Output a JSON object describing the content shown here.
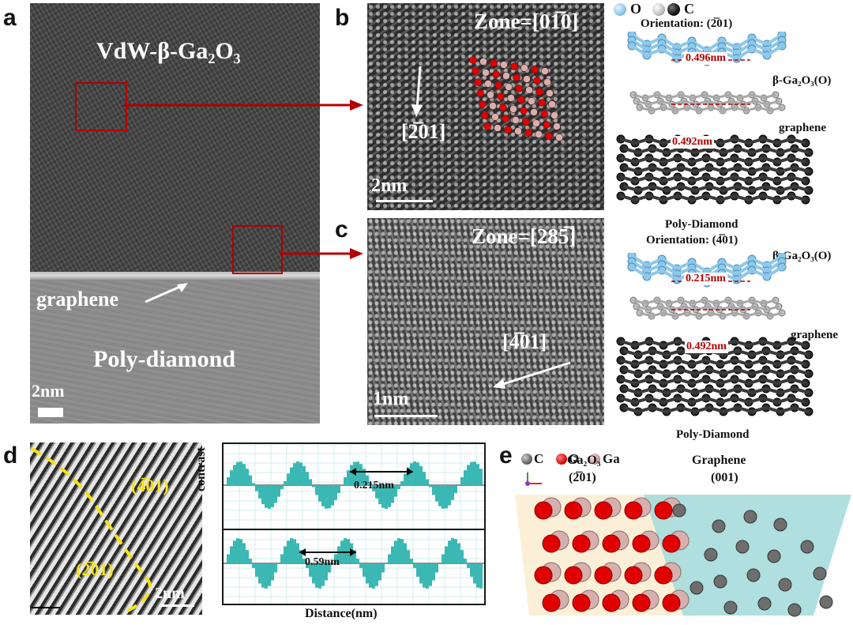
{
  "panels": {
    "a": {
      "letter": "a",
      "title": "VdW-β-Ga₂O₃",
      "interface_label": "graphene",
      "substrate_label": "Poly-diamond",
      "scale": "2nm"
    },
    "b": {
      "letter": "b",
      "zone": "Zone=[01̅0]",
      "direction": "[2̅01]",
      "scale": "2nm"
    },
    "c": {
      "letter": "c",
      "zone": "Zone=[285̅]",
      "direction": "[4̅01]",
      "scale": "1nm"
    },
    "models": {
      "legend_o": "O",
      "legend_c": "C",
      "top": {
        "orientation": "Orientation: (2̅01)",
        "layer1": "β-Ga₂O₃(O)",
        "dist1": "0.496nm",
        "layer2": "graphene",
        "dist2": "0.492nm",
        "substrate": "Poly-Diamond"
      },
      "bottom": {
        "orientation": "Orientation: (4̅01)",
        "layer1": "β-Ga₂O₃(O)",
        "dist1": "0.215nm",
        "layer2": "graphene",
        "dist2": "0.492nm",
        "substrate": "Poly-Diamond"
      }
    },
    "d": {
      "letter": "d",
      "region1": "(4̅01)",
      "region2": "(2̅01)",
      "scale": "2nm",
      "ylabel": "contrast",
      "xlabel": "Distance(nm)",
      "upper_spacing": "0.215nm",
      "lower_spacing": "0.59nm"
    },
    "e": {
      "letter": "e",
      "legend": [
        "C",
        "O",
        "Ga"
      ],
      "left_title": "Ga₂O₃",
      "left_sub": "(2̅01)",
      "right_title": "Graphene",
      "right_sub": "(001)"
    }
  },
  "colors": {
    "oxygen_blue": "#8ec8ea",
    "carbon_gray": "#bfbfbf",
    "diamond_dark": "#2b2b2b",
    "oxygen_red": "#e00000",
    "ga_pink": "#d6b0ae",
    "profile_teal": "#3bb8b4",
    "box_red": "#b30000",
    "label_yellow": "#f5e21a"
  }
}
